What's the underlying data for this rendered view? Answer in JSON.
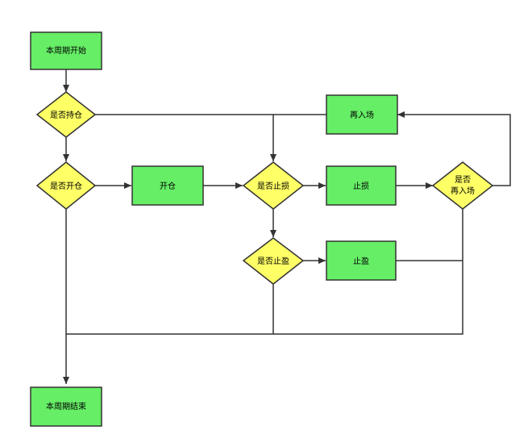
{
  "colors": {
    "process_fill": "#66ee66",
    "decision_fill": "#ffff66",
    "stroke": "#333333"
  },
  "nodes": {
    "start": {
      "label": "本周期开始"
    },
    "is_holding": {
      "label": "是否持仓"
    },
    "is_open": {
      "label": "开仓"
    },
    "should_open": {
      "label": "是否开仓"
    },
    "is_stop_loss": {
      "label": "是否止损"
    },
    "stop_loss": {
      "label": "止损"
    },
    "reenter": {
      "label": "再入场"
    },
    "should_reenter": {
      "line1": "是否",
      "line2": "再入场"
    },
    "is_take_profit": {
      "label": "是否止盈"
    },
    "take_profit": {
      "label": "止盈"
    },
    "end": {
      "label": "本周期结束"
    }
  }
}
